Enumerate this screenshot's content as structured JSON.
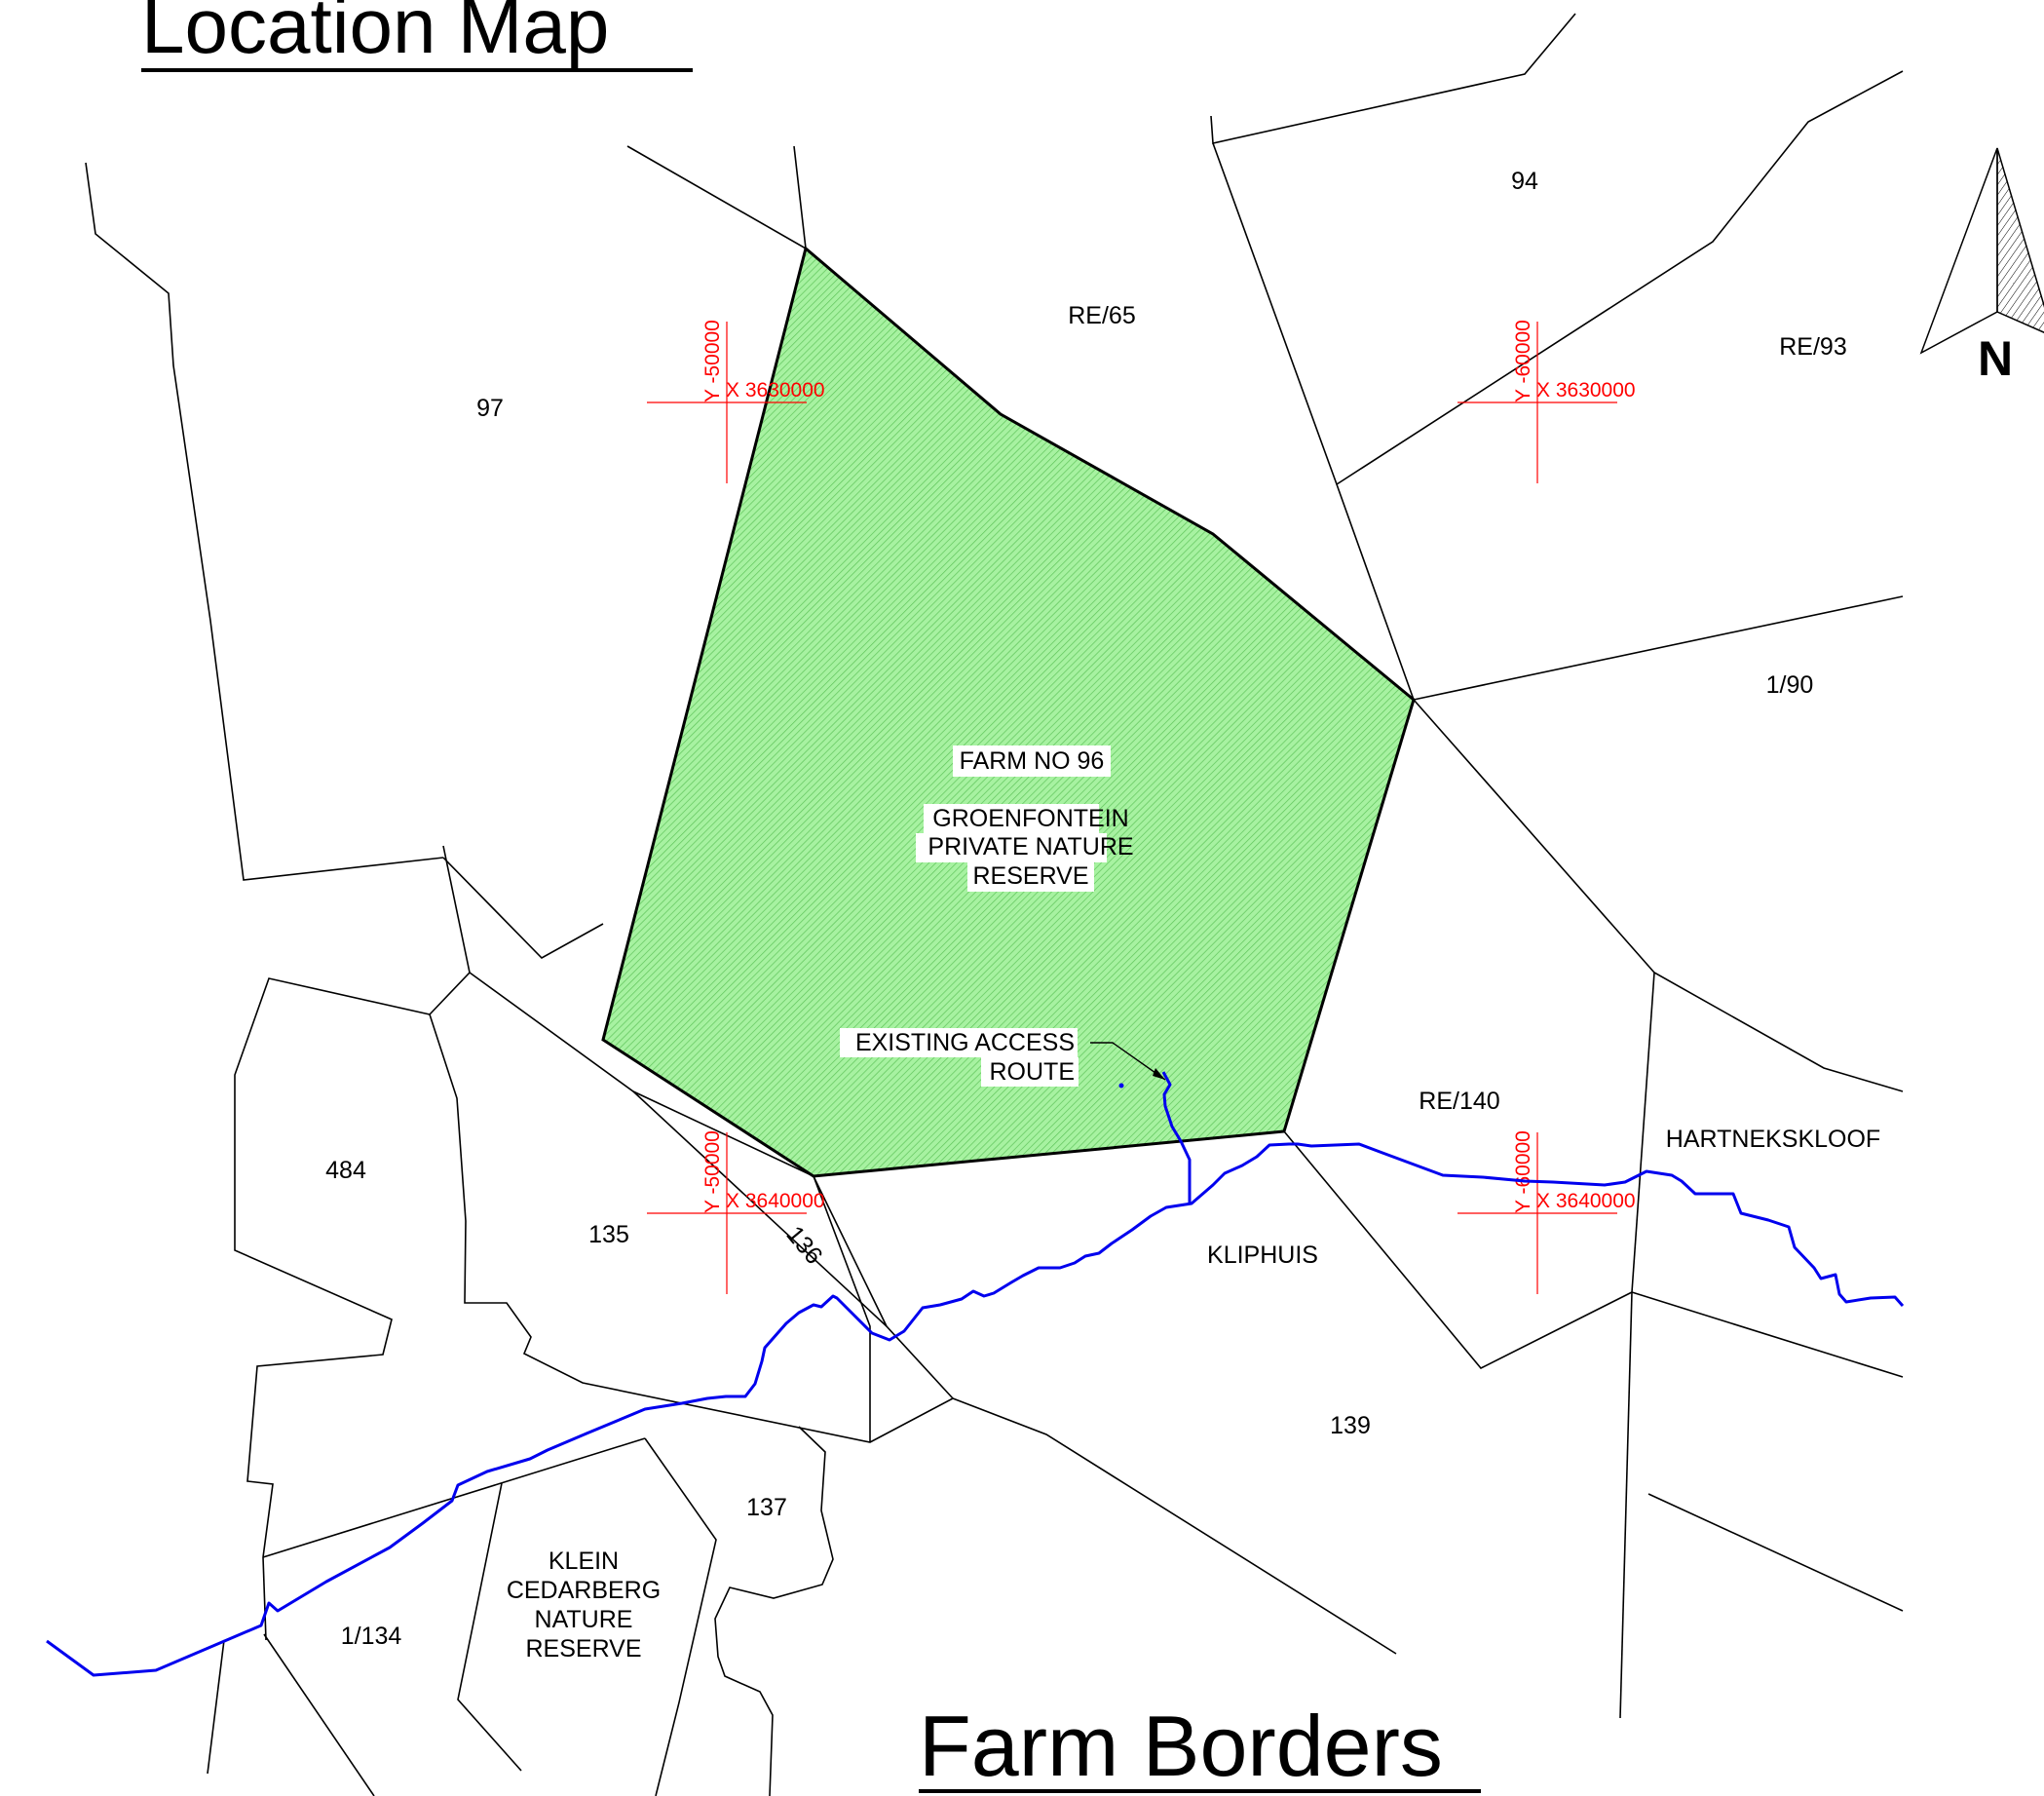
{
  "titles": {
    "top": "Location Map",
    "bottom": "Farm Borders"
  },
  "colors": {
    "reserve_fill": "#9ef19a",
    "river": "#0000ee",
    "grid": "#ff0000",
    "border": "#000000"
  },
  "north_arrow": {
    "label": "N",
    "icon": "north-arrow-icon"
  },
  "main_farm": {
    "name": "FARM NO 96",
    "line1": "GROENFONTEIN",
    "line2": "PRIVATE NATURE",
    "line3": "RESERVE"
  },
  "access_route": {
    "line1": "EXISTING ACCESS",
    "line2": "ROUTE"
  },
  "parcels": {
    "p94": "94",
    "re65": "RE/65",
    "re93": "RE/93",
    "p97": "97",
    "p190": "1/90",
    "re140": "RE/140",
    "hartnekskloof": "HARTNEKSKLOOF",
    "p484": "484",
    "p135": "135",
    "p136": "136",
    "kliphuis": "KLIPHUIS",
    "p139": "139",
    "p137": "137",
    "p1134": "1/134",
    "klein1": "KLEIN",
    "klein2": "CEDARBERG",
    "klein3": "NATURE",
    "klein4": "RESERVE"
  },
  "grid_marks": {
    "y50000": "Y -50000",
    "y60000": "Y -60000",
    "x3630000": "X 3630000",
    "x3640000": "X 3640000"
  }
}
